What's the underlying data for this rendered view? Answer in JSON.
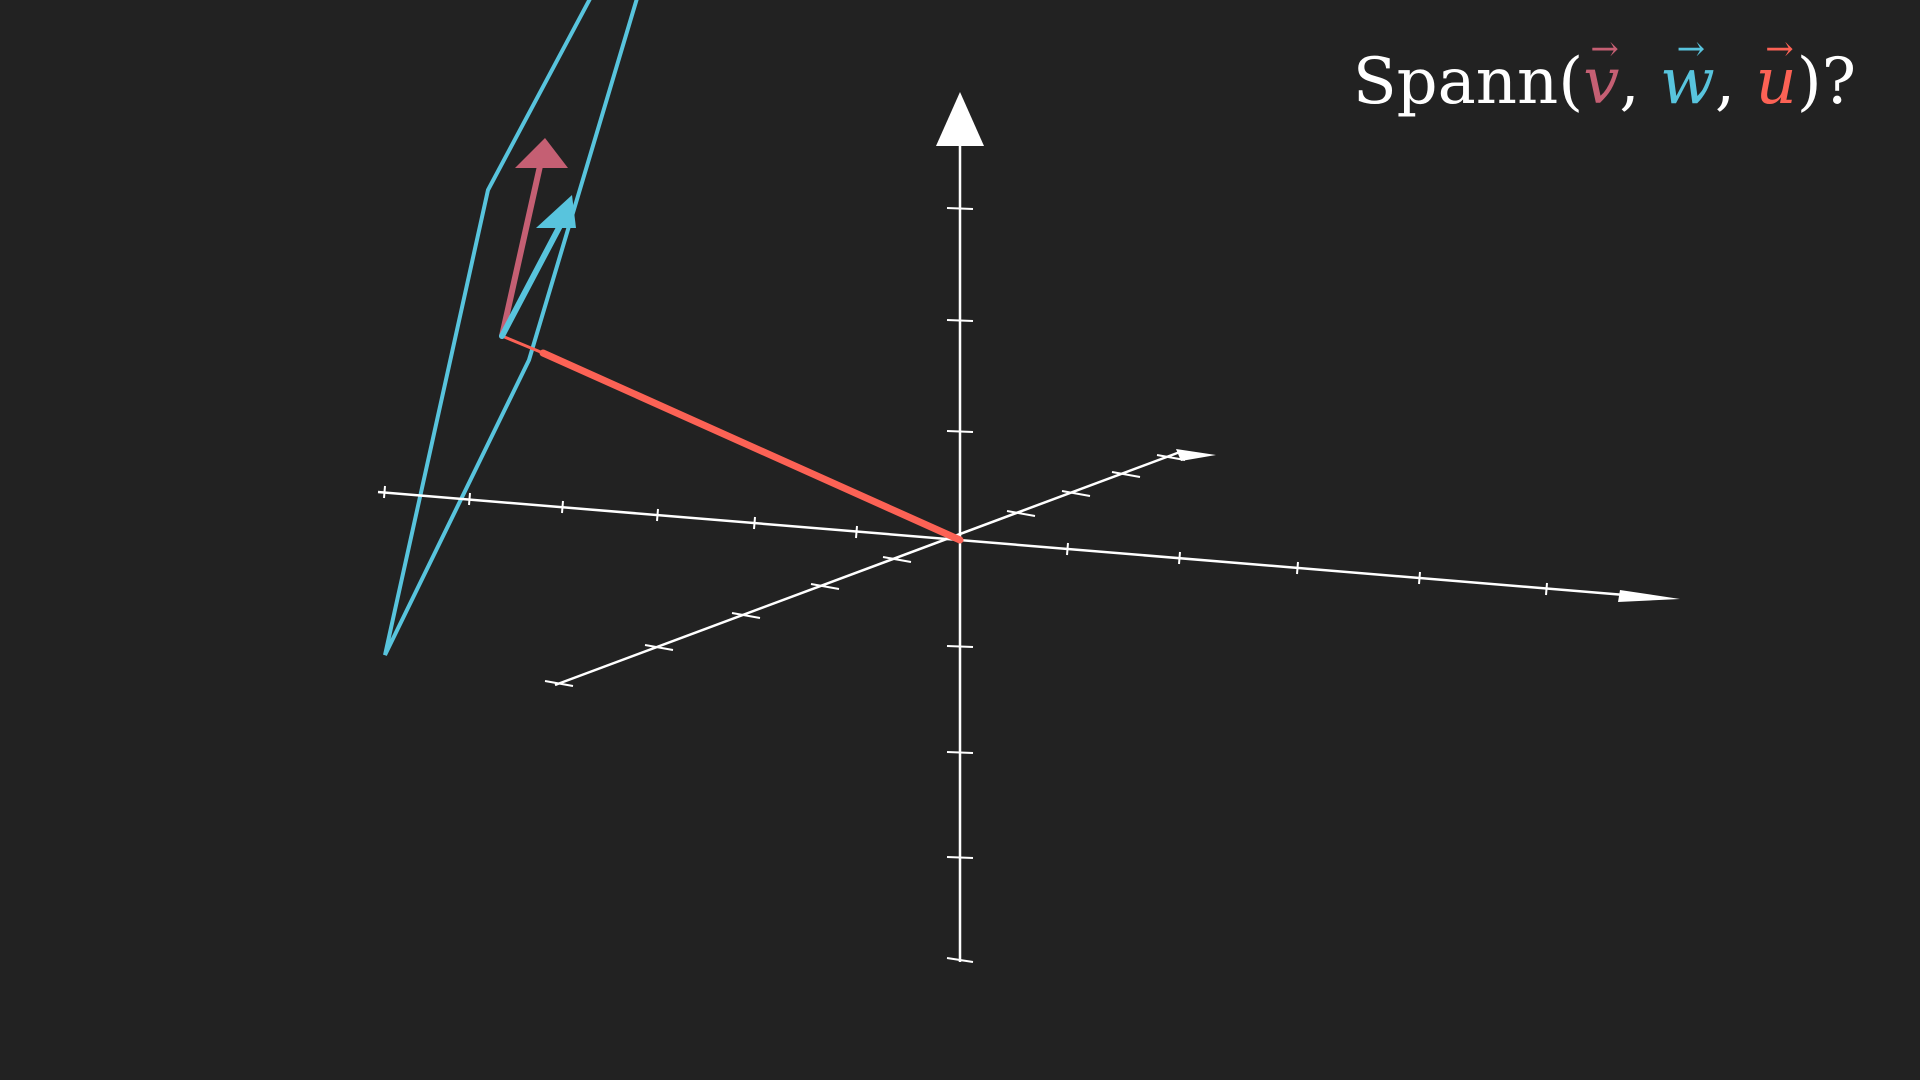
{
  "colors": {
    "background": "#222222",
    "axes": "#ffffff",
    "v": "#c55f73",
    "w": "#58c4dd",
    "u": "#fc6255",
    "plane_outline": "#58c4dd"
  },
  "title": {
    "prefix": "Spann(",
    "v": "v",
    "sep1": ", ",
    "w": "w",
    "sep2": ", ",
    "u": "u",
    "suffix": ")?",
    "arrow": "→"
  },
  "scene": {
    "axes": [
      "x-axis",
      "y-axis",
      "z-axis"
    ],
    "vectors": [
      "v",
      "w",
      "u"
    ],
    "plane": "span-plane-outline"
  }
}
